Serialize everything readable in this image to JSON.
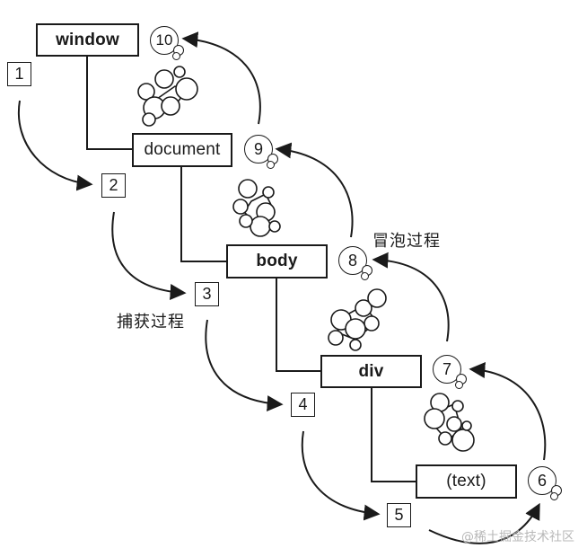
{
  "nodes": {
    "window": "window",
    "document": "document",
    "body": "body",
    "div": "div",
    "text": "(text)"
  },
  "capture_steps": [
    "1",
    "2",
    "3",
    "4",
    "5"
  ],
  "bubble_steps": [
    "6",
    "7",
    "8",
    "9",
    "10"
  ],
  "labels": {
    "capture": "捕获过程",
    "bubble": "冒泡过程"
  },
  "watermark": "@稀土掘金技术社区",
  "colors": {
    "ink": "#1a1a1a",
    "watermark": "#b8b8b8"
  }
}
